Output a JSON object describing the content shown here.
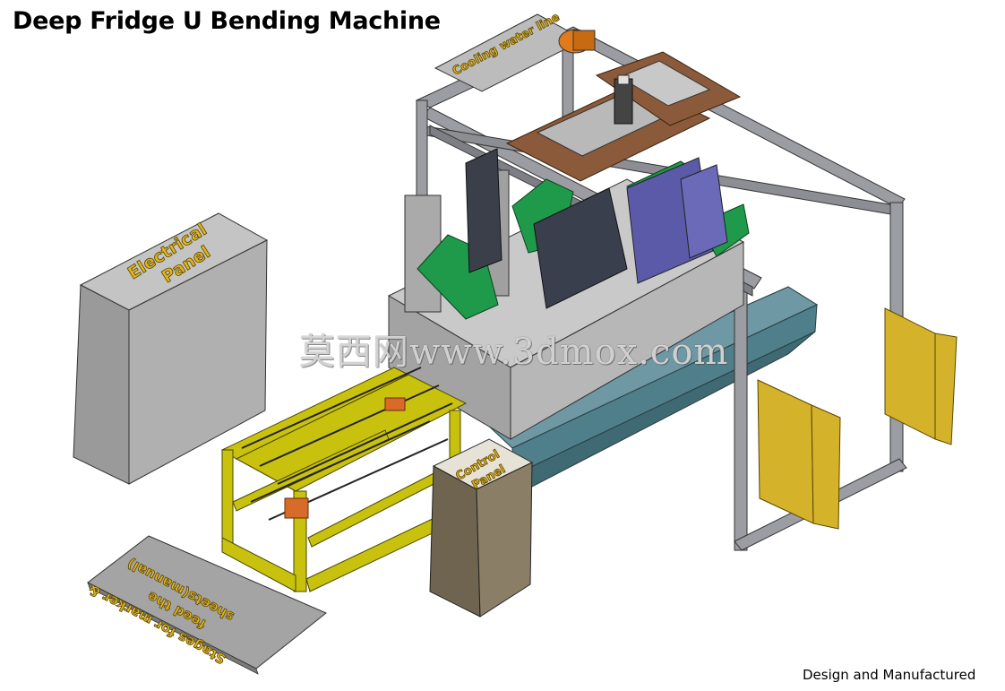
{
  "header": {
    "title": "Deep Fridge U Bending Machine"
  },
  "labels": {
    "electrical_panel": [
      "Electrical",
      "Panel"
    ],
    "control_panel": [
      "Control",
      "Panel"
    ],
    "cooling_water_line": "Cooling water line",
    "stage_sign": [
      "Stages for marker &",
      "feed the",
      "sheets(manual)"
    ]
  },
  "watermark": "莫西网www.3dmox.com",
  "footer": {
    "credit": "Design and Manufactured"
  },
  "colors": {
    "frame_grey": "#8f9196",
    "cabinet_grey": "#9a9a9a",
    "yellow_frame": "#c8c20e",
    "green_parts": "#1f9a4a",
    "brown_frame": "#8a5a3a",
    "blue_plate": "#5a5aa8",
    "base_teal": "#4f7f8a",
    "guard_yellow": "#d4b32a",
    "label_gold": "#e0b61a"
  }
}
